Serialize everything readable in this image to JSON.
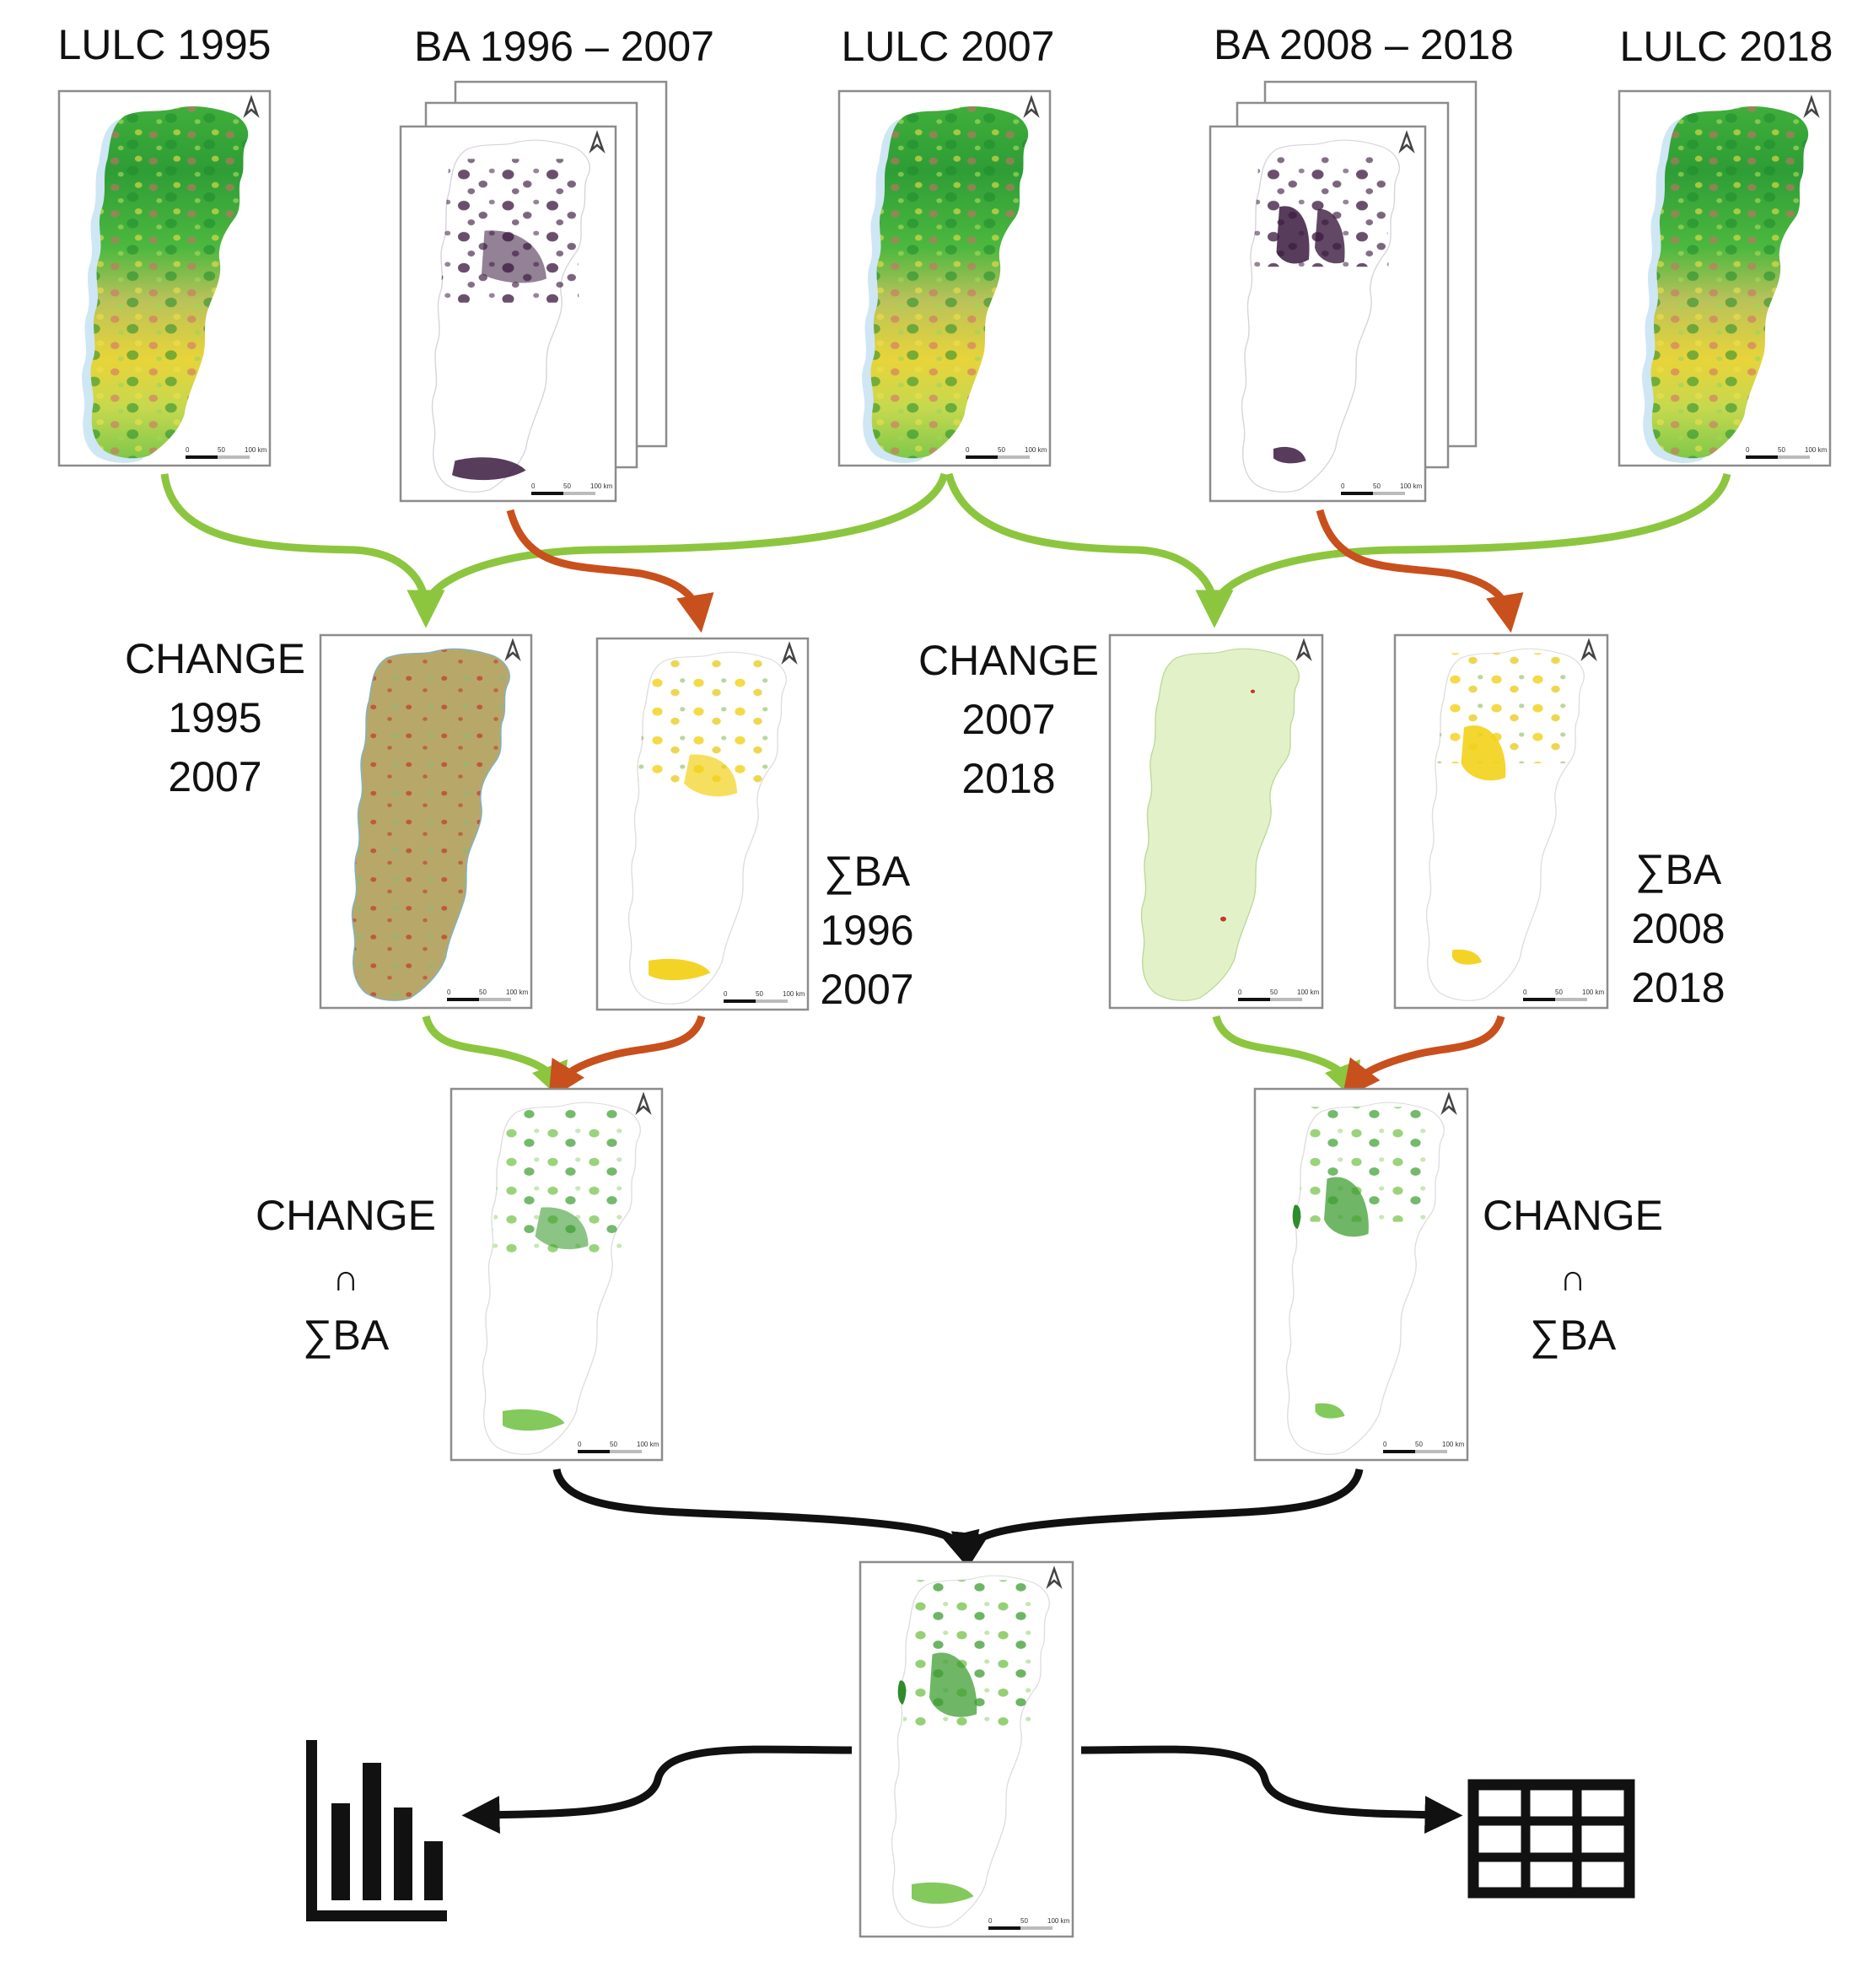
{
  "labels": {
    "lulc_1995": "LULC 1995",
    "ba_1996_2007": "BA 1996 – 2007",
    "lulc_2007": "LULC 2007",
    "ba_2008_2018": "BA 2008 – 2018",
    "lulc_2018": "LULC 2018",
    "change_a": [
      "CHANGE",
      "1995",
      "2007"
    ],
    "change_b": [
      "CHANGE",
      "2007",
      "2018"
    ],
    "sum_ba_a": [
      "∑BA",
      "1996",
      "2007"
    ],
    "sum_ba_b": [
      "∑BA",
      "2008",
      "2018"
    ],
    "intersect_a": [
      "CHANGE",
      "∩",
      "∑BA"
    ],
    "intersect_b": [
      "CHANGE",
      "∩",
      "∑BA"
    ]
  },
  "scalebar": {
    "zero": "0",
    "mid": "50",
    "end": "100 km"
  },
  "icons": {
    "chart": "bar-chart-icon",
    "table": "table-grid-icon"
  },
  "colors": {
    "green_arrow": "#8cc63f",
    "orange_arrow": "#c8501c",
    "black_arrow": "#111111",
    "burned_purple": "#3b1a3f",
    "burned_yellow": "#f2d21a",
    "change_red": "#c0392b",
    "overlap_green": "#4aa832"
  }
}
